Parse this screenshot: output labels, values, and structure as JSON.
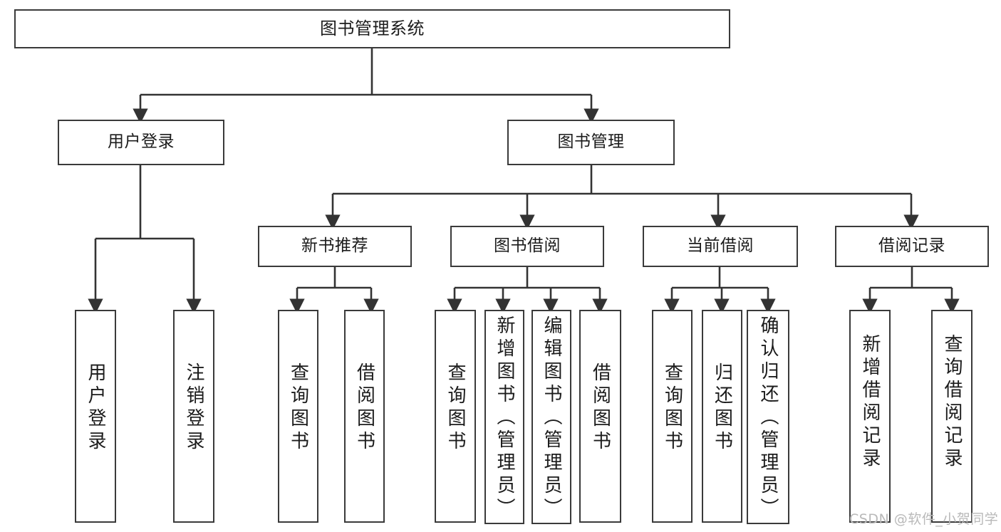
{
  "diagram": {
    "title": "图书管理系统",
    "type": "功能结构图",
    "root": {
      "label": "图书管理系统"
    },
    "level2": [
      {
        "id": "user-login",
        "label": "用户登录"
      },
      {
        "id": "book-manage",
        "label": "图书管理"
      }
    ],
    "level3": [
      {
        "id": "new-book-recommend",
        "label": "新书推荐",
        "parent": "book-manage"
      },
      {
        "id": "book-borrow",
        "label": "图书借阅",
        "parent": "book-manage"
      },
      {
        "id": "current-borrow",
        "label": "当前借阅",
        "parent": "book-manage"
      },
      {
        "id": "borrow-record",
        "label": "借阅记录",
        "parent": "book-manage"
      }
    ],
    "leaves": {
      "user-login": [
        {
          "id": "leaf-user-login",
          "label": "用户登录"
        },
        {
          "id": "leaf-logout-login",
          "label": "注销登录"
        }
      ],
      "new-book-recommend": [
        {
          "id": "leaf-query-book-1",
          "label": "查询图书"
        },
        {
          "id": "leaf-borrow-book-1",
          "label": "借阅图书"
        }
      ],
      "book-borrow": [
        {
          "id": "leaf-query-book-2",
          "label": "查询图书"
        },
        {
          "id": "leaf-add-book",
          "label": "新增图书（管理员）"
        },
        {
          "id": "leaf-edit-book",
          "label": "编辑图书（管理员）"
        },
        {
          "id": "leaf-borrow-book-2",
          "label": "借阅图书"
        }
      ],
      "current-borrow": [
        {
          "id": "leaf-query-book-3",
          "label": "查询图书"
        },
        {
          "id": "leaf-return-book",
          "label": "归还图书"
        },
        {
          "id": "leaf-confirm-return",
          "label": "确认归还（管理员）"
        }
      ],
      "borrow-record": [
        {
          "id": "leaf-add-record",
          "label": "新增借阅记录"
        },
        {
          "id": "leaf-query-record",
          "label": "查询借阅记录"
        }
      ]
    },
    "watermark": "CSDN @软件_小贺同学",
    "colors": {
      "stroke": "#3a3a3a",
      "connector": "#333333",
      "text": "#1b1b1b",
      "background": "#ffffff",
      "watermark": "#b9b9b9"
    }
  }
}
